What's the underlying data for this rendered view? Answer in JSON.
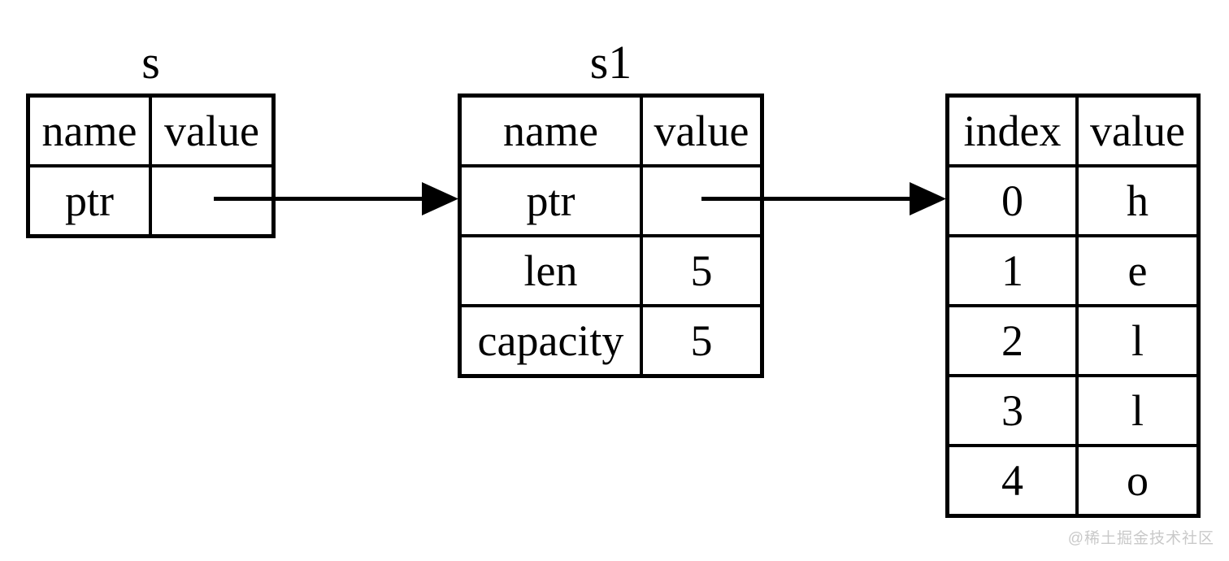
{
  "diagram": {
    "stack_table_s": {
      "title": "s",
      "col_name": "name",
      "col_value": "value",
      "rows": [
        {
          "name": "ptr",
          "value": ""
        }
      ]
    },
    "stack_table_s1": {
      "title": "s1",
      "col_name": "name",
      "col_value": "value",
      "rows": [
        {
          "name": "ptr",
          "value": ""
        },
        {
          "name": "len",
          "value": "5"
        },
        {
          "name": "capacity",
          "value": "5"
        }
      ]
    },
    "heap_table": {
      "col_name": "index",
      "col_value": "value",
      "rows": [
        {
          "name": "0",
          "value": "h"
        },
        {
          "name": "1",
          "value": "e"
        },
        {
          "name": "2",
          "value": "l"
        },
        {
          "name": "3",
          "value": "l"
        },
        {
          "name": "4",
          "value": "o"
        }
      ]
    },
    "arrows": [
      {
        "name": "s-ptr-to-s1",
        "from": "s.ptr value cell",
        "to": "s1 table left edge"
      },
      {
        "name": "s1-ptr-to-heap",
        "from": "s1.ptr value cell",
        "to": "heap table left edge"
      }
    ],
    "watermark": "@稀土掘金技术社区",
    "colors": {
      "line": "#000000",
      "background": "#ffffff",
      "watermark": "#c9c9c9"
    }
  }
}
